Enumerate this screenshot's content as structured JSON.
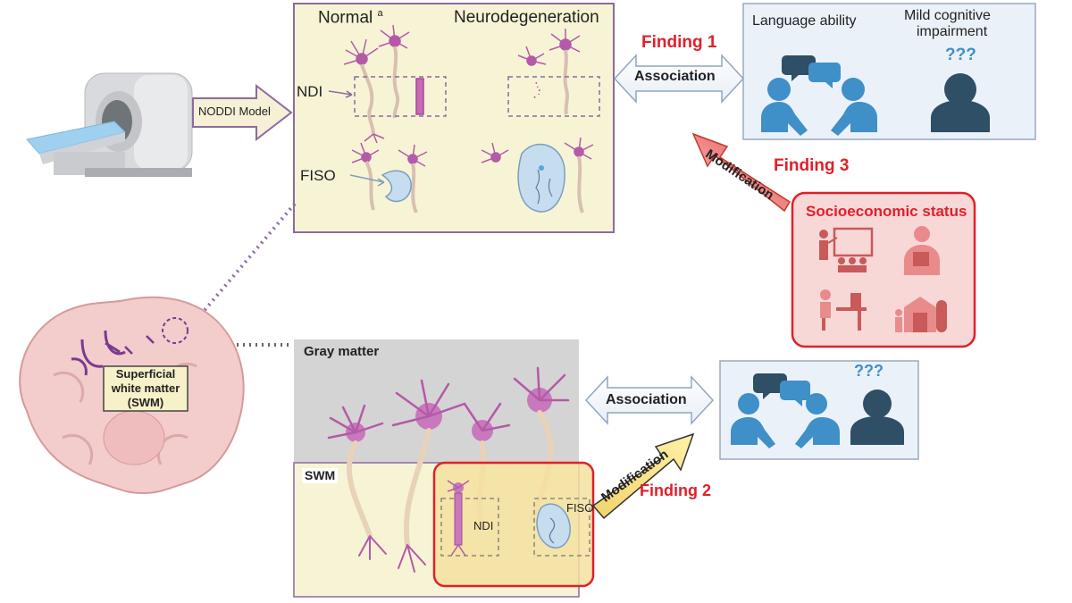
{
  "top_panel": {
    "normal_label": "Normal",
    "normal_superscript": "a",
    "neurodegeneration_label": "Neurodegeneration",
    "ndi_label": "NDI",
    "fiso_label": "FISO"
  },
  "model_arrow_label": "NODDI Model",
  "findings": {
    "finding_1": "Finding 1",
    "finding_2": "Finding 2",
    "finding_3": "Finding 3"
  },
  "association_label": "Association",
  "modification_label": "Modification",
  "outcomes_panel": {
    "language_ability": "Language ability",
    "mci_line_1": "Mild cognitive",
    "mci_line_2": "impairment",
    "question_marks": "???"
  },
  "ses_panel": {
    "title": "Socioeconomic status",
    "icons": [
      "teaching-icon",
      "reading-person-icon",
      "office-worker-icon",
      "farm-icon"
    ]
  },
  "brain": {
    "swm_line_1": "Superficial",
    "swm_line_2": "white matter",
    "swm_line_3": "(SWM)"
  },
  "bottom_panel": {
    "gray_matter_label": "Gray matter",
    "swm_label": "SWM",
    "ndi_label": "NDI",
    "fiso_label": "FISO"
  },
  "colors": {
    "panel_bg": "#f7f4d5",
    "panel_border": "#8c6aa0",
    "blue_panel_bg": "#eaf1f9",
    "finding_red": "#e0202a",
    "ses_bg": "#f8d7d7",
    "neuron_purple": "#b45aa8",
    "person_blue": "#3f8fc9",
    "person_dark": "#2e4f66"
  }
}
